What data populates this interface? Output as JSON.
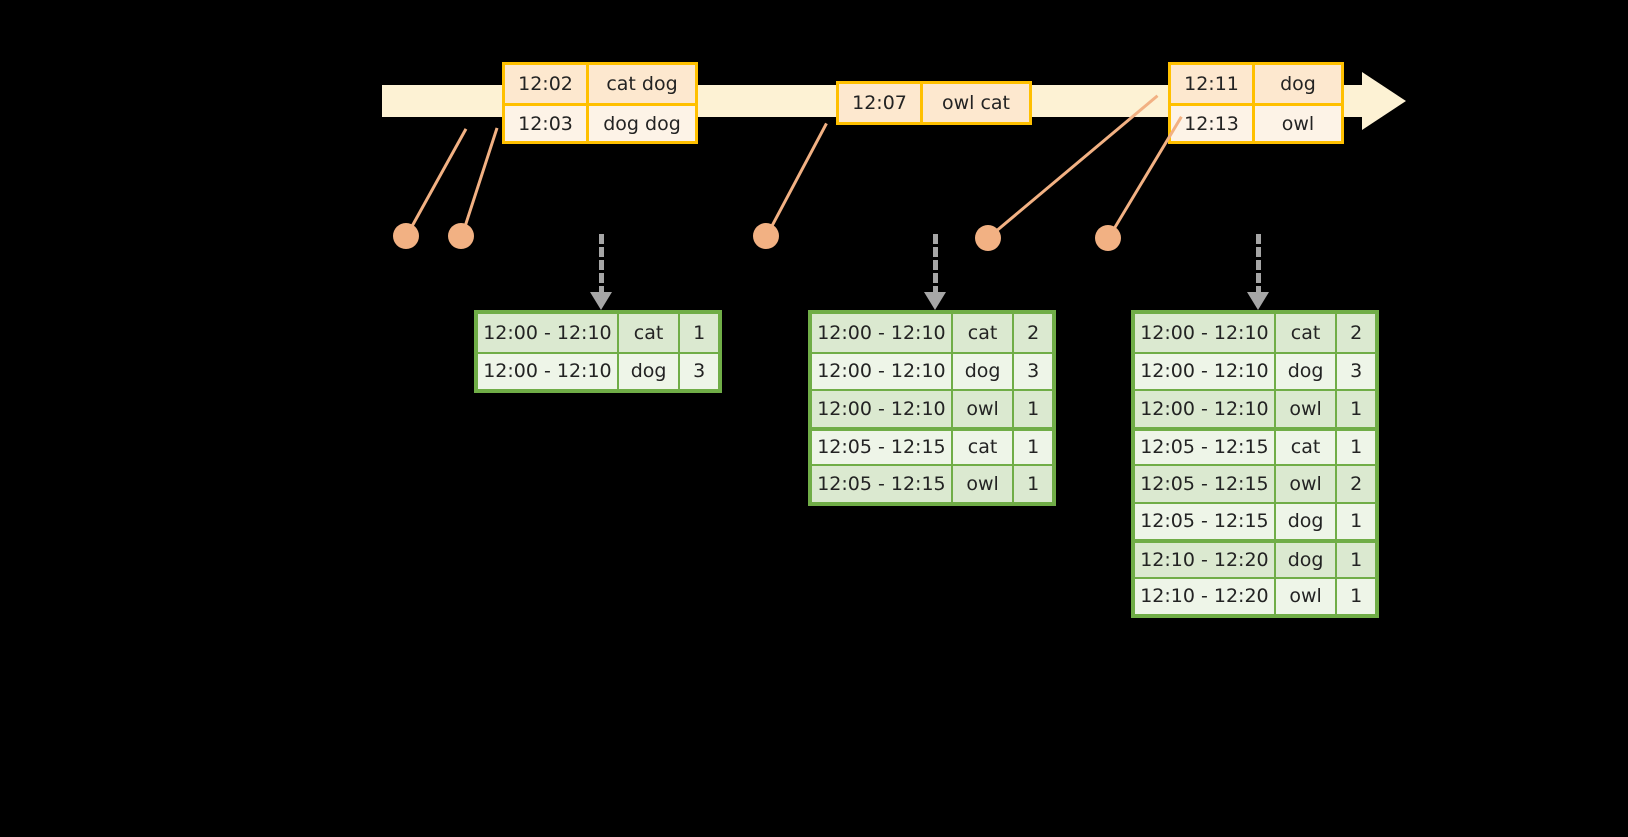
{
  "timeline": {
    "name": "event-stream-timeline",
    "arrow_direction": "right",
    "bar_color": "#fdf2d4",
    "event_boxes": [
      {
        "id": "box-1",
        "rows": [
          {
            "time": "12:02",
            "words": "cat dog"
          },
          {
            "time": "12:03",
            "words": "dog dog"
          }
        ]
      },
      {
        "id": "box-2",
        "rows": [
          {
            "time": "12:07",
            "words": "owl cat"
          }
        ]
      },
      {
        "id": "box-3",
        "rows": [
          {
            "time": "12:11",
            "words": "dog"
          },
          {
            "time": "12:13",
            "words": "owl"
          }
        ]
      }
    ]
  },
  "markers": {
    "dot_color": "#f2b183",
    "connector_color": "#f2b183",
    "dots": [
      {
        "label": "event-marker-12-02"
      },
      {
        "label": "event-marker-12-03"
      },
      {
        "label": "event-marker-12-07"
      },
      {
        "label": "event-marker-12-11"
      },
      {
        "label": "event-marker-12-13"
      }
    ],
    "dashed_arrow_color": "#a6a6a6"
  },
  "result_tables": [
    {
      "id": "result-table-1",
      "border_color": "#70ad47",
      "rows": [
        {
          "window": "12:00 - 12:10",
          "word": "cat",
          "count": "1",
          "group": 0
        },
        {
          "window": "12:00 - 12:10",
          "word": "dog",
          "count": "3",
          "group": 0
        }
      ]
    },
    {
      "id": "result-table-2",
      "border_color": "#70ad47",
      "rows": [
        {
          "window": "12:00 - 12:10",
          "word": "cat",
          "count": "2",
          "group": 0
        },
        {
          "window": "12:00 - 12:10",
          "word": "dog",
          "count": "3",
          "group": 0
        },
        {
          "window": "12:00 - 12:10",
          "word": "owl",
          "count": "1",
          "group": 0
        },
        {
          "window": "12:05 - 12:15",
          "word": "cat",
          "count": "1",
          "group": 1
        },
        {
          "window": "12:05 - 12:15",
          "word": "owl",
          "count": "1",
          "group": 1
        }
      ]
    },
    {
      "id": "result-table-3",
      "border_color": "#70ad47",
      "rows": [
        {
          "window": "12:00 - 12:10",
          "word": "cat",
          "count": "2",
          "group": 0
        },
        {
          "window": "12:00 - 12:10",
          "word": "dog",
          "count": "3",
          "group": 0
        },
        {
          "window": "12:00 - 12:10",
          "word": "owl",
          "count": "1",
          "group": 0
        },
        {
          "window": "12:05 - 12:15",
          "word": "cat",
          "count": "1",
          "group": 1
        },
        {
          "window": "12:05 - 12:15",
          "word": "owl",
          "count": "2",
          "group": 1
        },
        {
          "window": "12:05 - 12:15",
          "word": "dog",
          "count": "1",
          "group": 1
        },
        {
          "window": "12:10 - 12:20",
          "word": "dog",
          "count": "1",
          "group": 2
        },
        {
          "window": "12:10 - 12:20",
          "word": "owl",
          "count": "1",
          "group": 2
        }
      ]
    }
  ]
}
